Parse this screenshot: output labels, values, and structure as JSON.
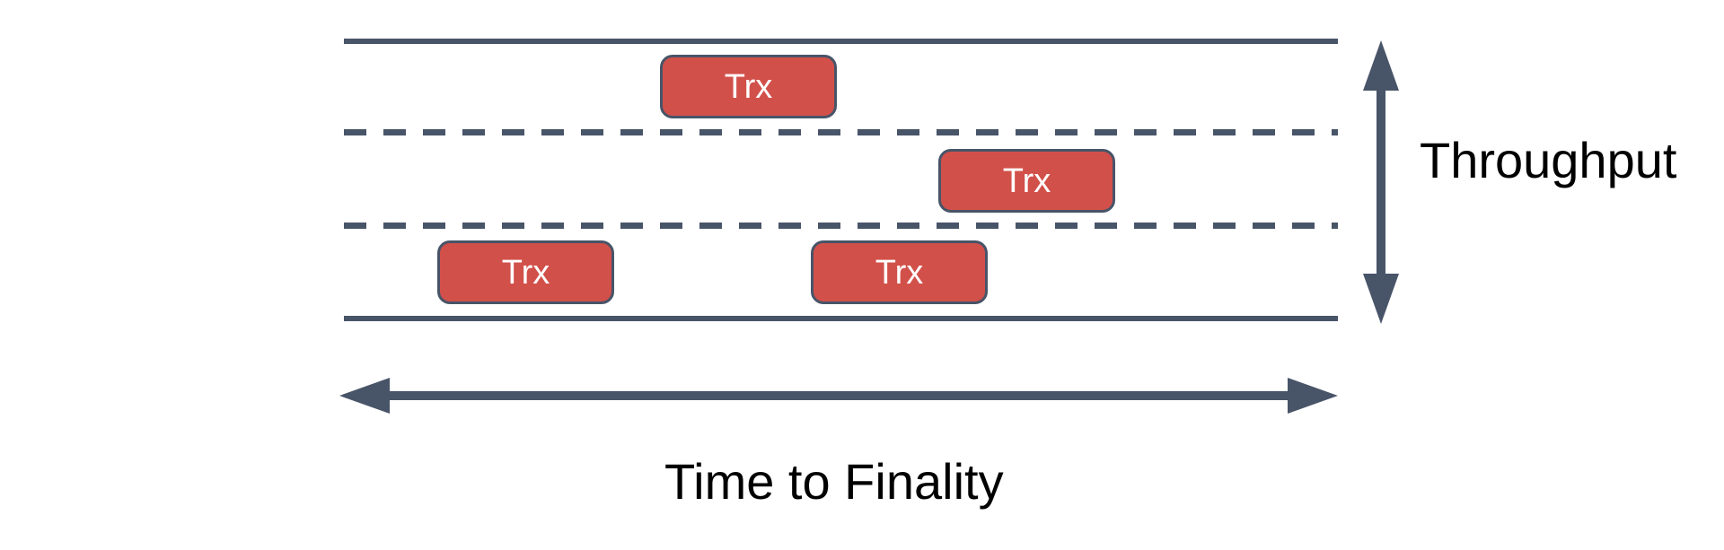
{
  "colors": {
    "background": "#ffffff",
    "stroke": "#485468",
    "trx-fill": "#d2504a",
    "trx-text": "#ffffff",
    "label-text": "#000000"
  },
  "diagram": {
    "description": "Three horizontal lanes (road metaphor) bounded by solid lines with two dashed divider lines, containing transaction boxes; vertical double-headed arrow = Throughput, horizontal double-headed arrow = Time to Finality",
    "lane_count": 3,
    "axis_labels": {
      "vertical": "Throughput",
      "horizontal": "Time to Finality"
    },
    "boxes": [
      {
        "label": "Trx",
        "lane": "top"
      },
      {
        "label": "Trx",
        "lane": "middle"
      },
      {
        "label": "Trx",
        "lane": "bottom-left"
      },
      {
        "label": "Trx",
        "lane": "bottom-right"
      }
    ]
  }
}
